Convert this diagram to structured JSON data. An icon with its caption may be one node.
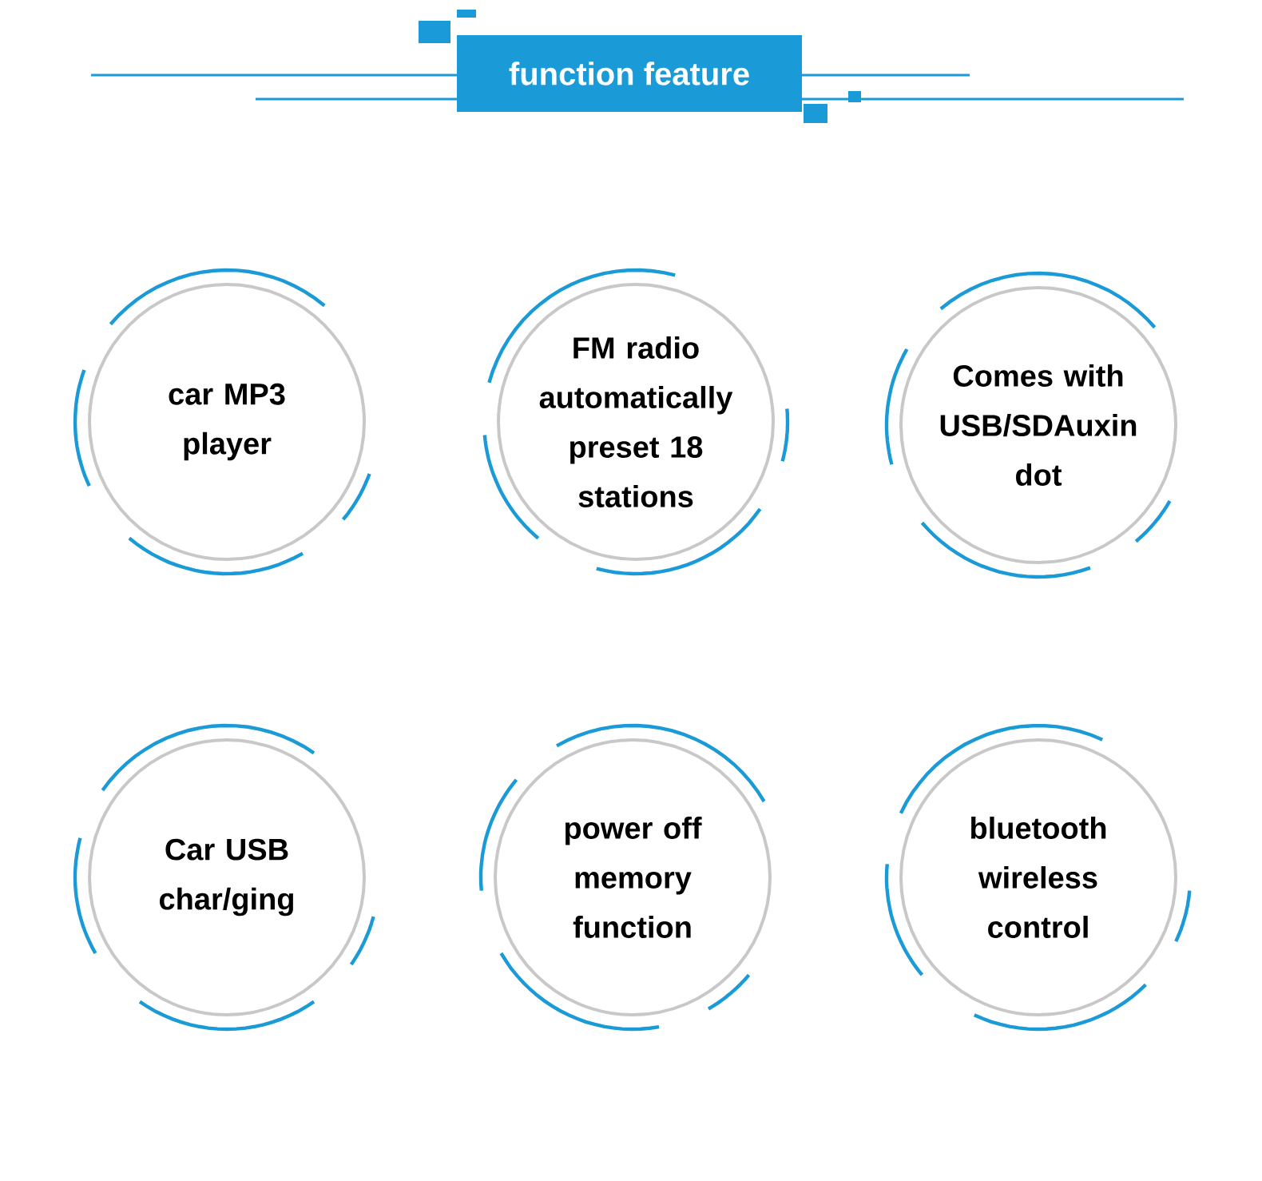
{
  "diagram": {
    "title": "function feature",
    "nodes": [
      {
        "text": [
          "car MP3 player"
        ]
      },
      {
        "text": [
          "FM radio automatically preset 18 stations"
        ]
      },
      {
        "text": [
          "Comes with USB/SDAuxin dot"
        ]
      },
      {
        "text": [
          "Car USB char/ging"
        ]
      },
      {
        "text": [
          "power off memory function"
        ]
      },
      {
        "text": [
          "bluetooth wireless control"
        ]
      }
    ]
  }
}
